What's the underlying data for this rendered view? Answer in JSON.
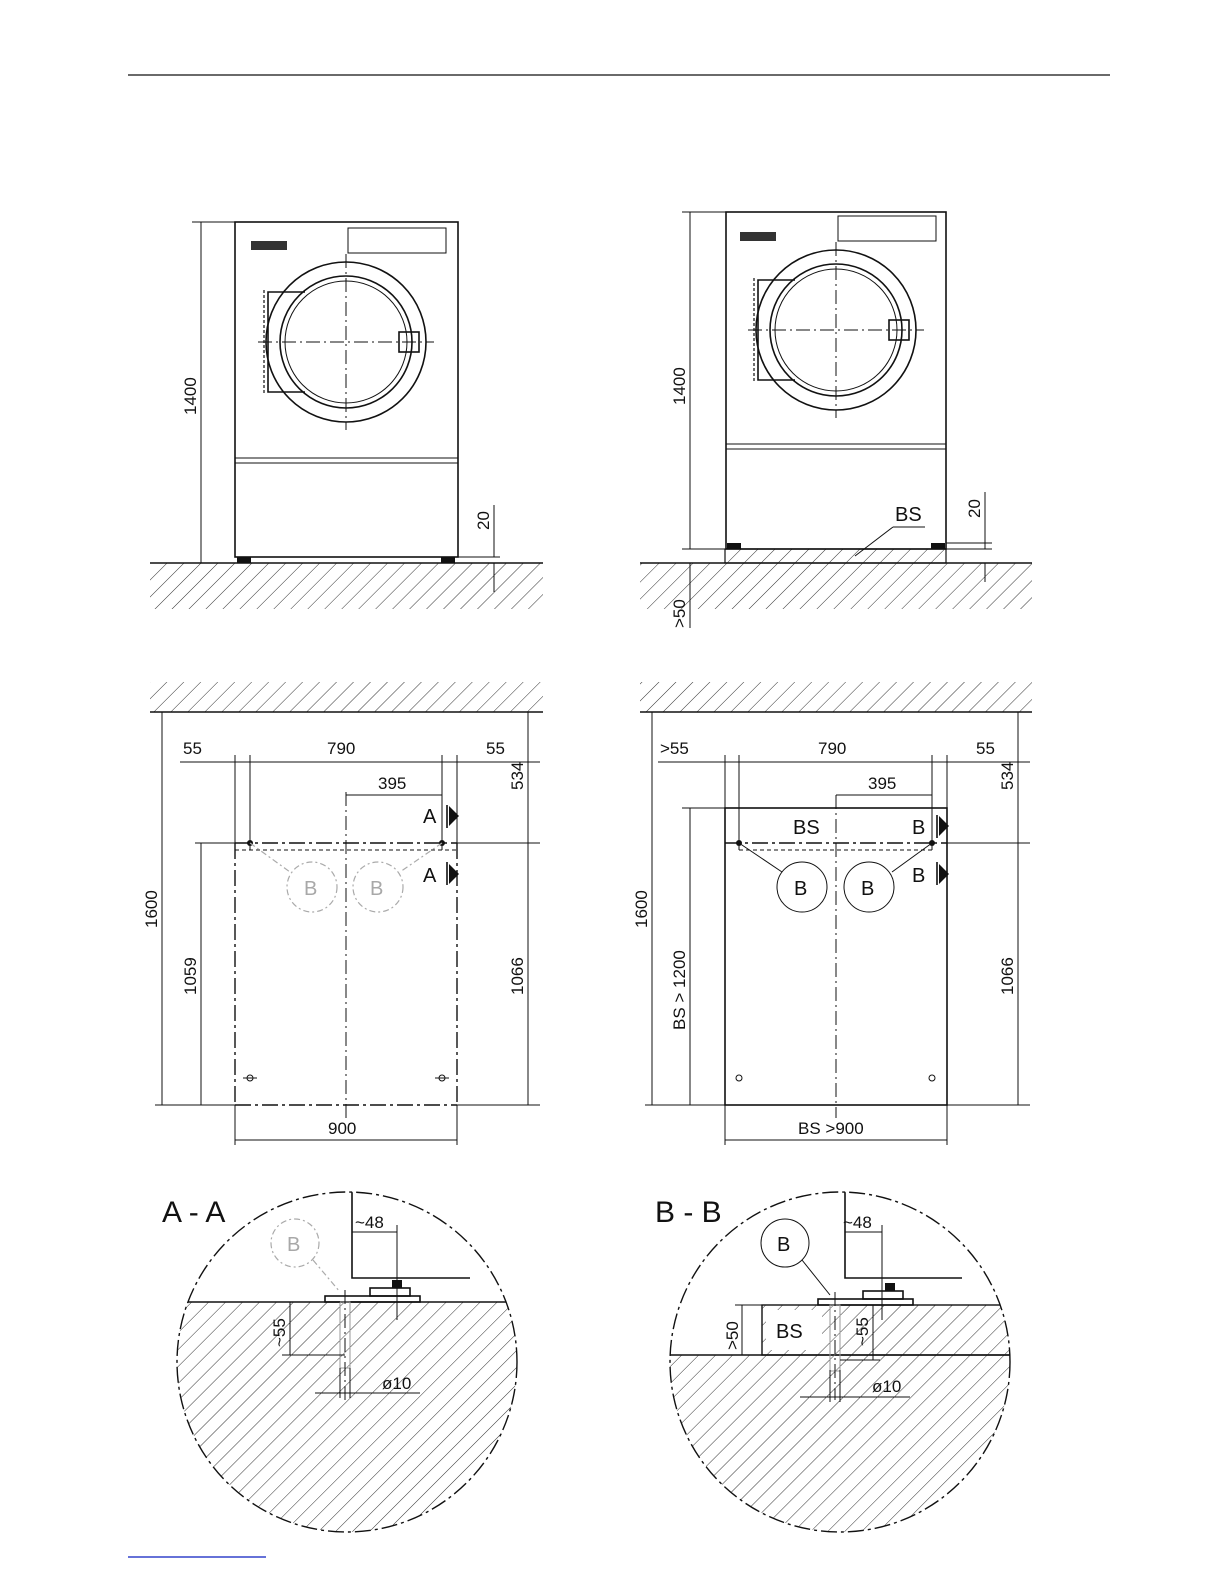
{
  "labels": {
    "h1400": "1400",
    "d20": "20",
    "gt50": ">50",
    "bs": "BS",
    "d1600": "1600",
    "d55": "55",
    "gt55": ">55",
    "d790": "790",
    "d395": "395",
    "d534": "534",
    "d1059": "1059",
    "d1066": "1066",
    "d900": "900",
    "bsgt900": "BS >900",
    "bsgt1200": "BS > 1200",
    "a": "A",
    "b": "B",
    "sec_aa": "A - A",
    "sec_bb": "B - B",
    "approx48": "~48",
    "approx55": "~55",
    "dia10": "ø10",
    "gt50_detail": ">50"
  }
}
